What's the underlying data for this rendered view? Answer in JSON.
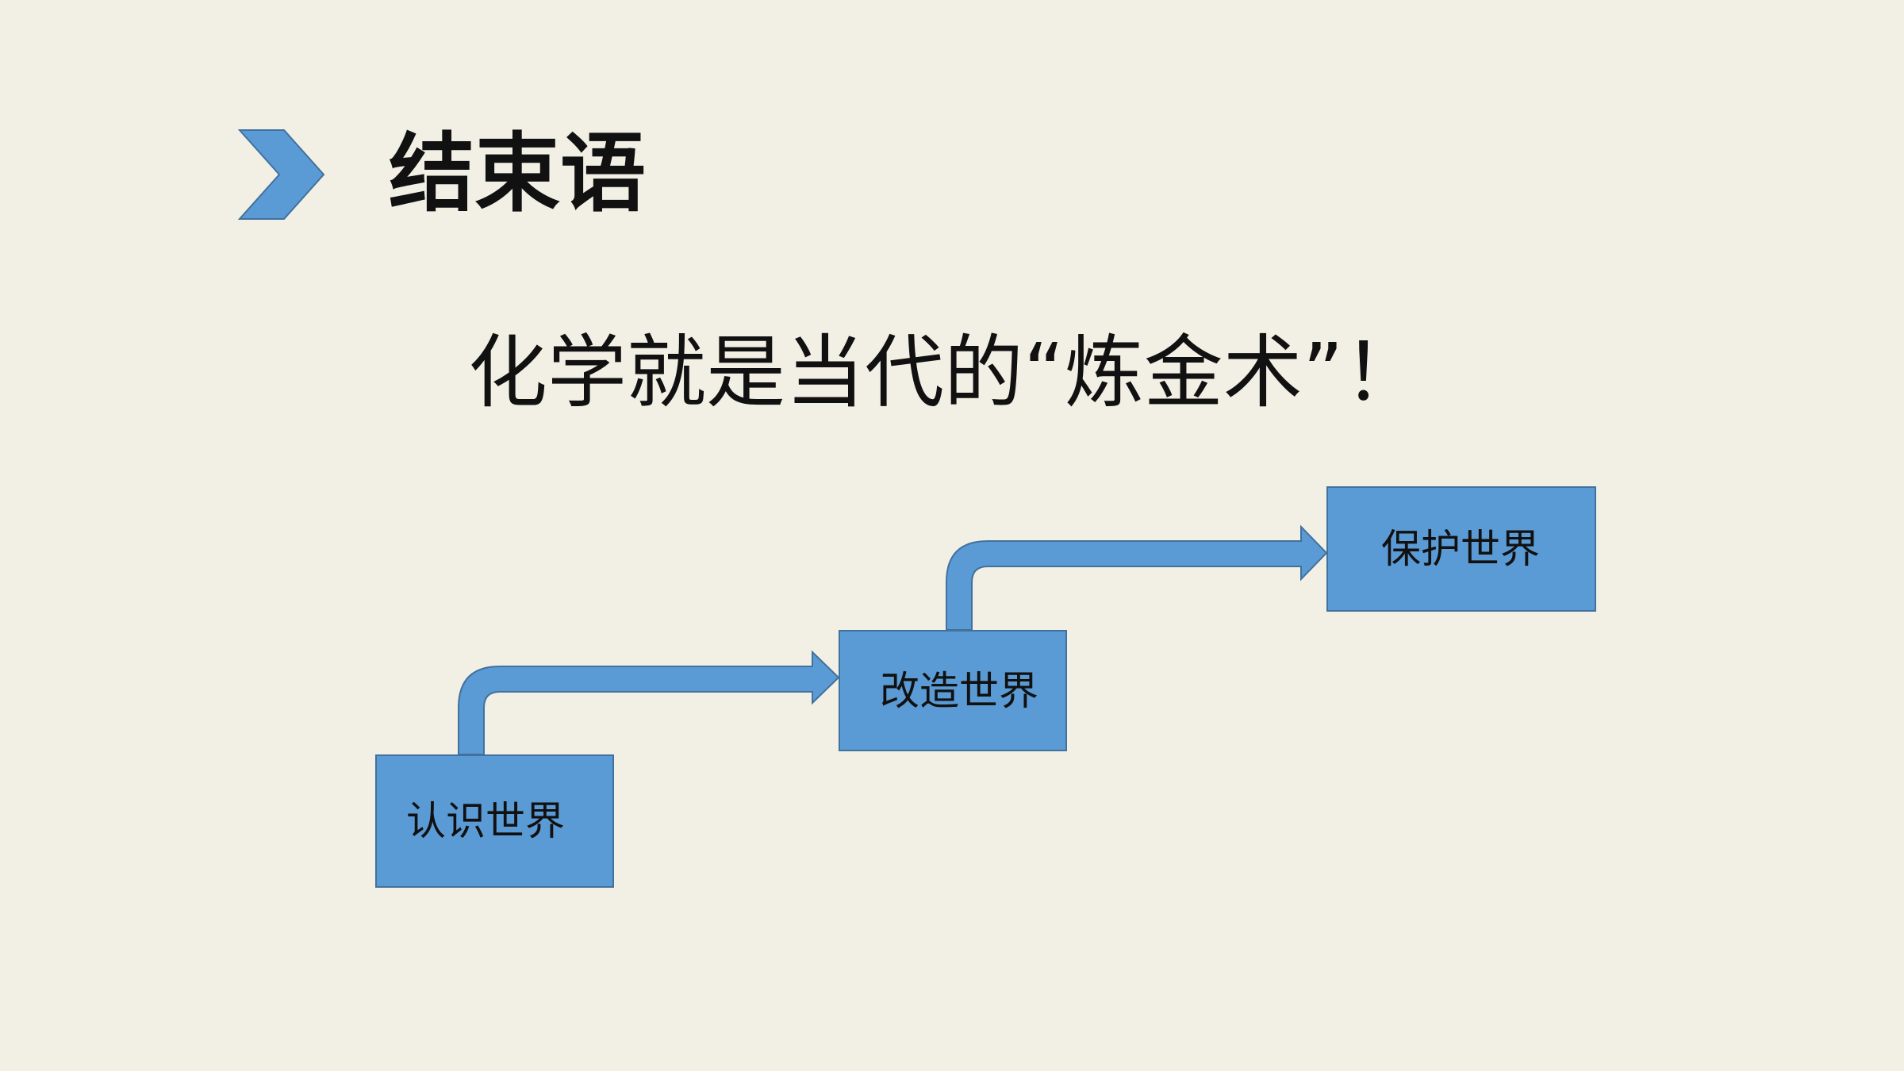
{
  "slide": {
    "title": "结束语",
    "subtitle": "化学就是当代的“炼金术”！"
  },
  "diagram": {
    "steps": [
      {
        "label": "认识世界"
      },
      {
        "label": "改造世界"
      },
      {
        "label": "保护世界"
      }
    ]
  },
  "colors": {
    "background": "#f2efe5",
    "accent": "#5b9bd5",
    "accent_border": "#41719c",
    "text": "#111111"
  },
  "icons": {
    "title_marker": "chevron-right-icon",
    "connectors": "bent-arrow-icon"
  }
}
